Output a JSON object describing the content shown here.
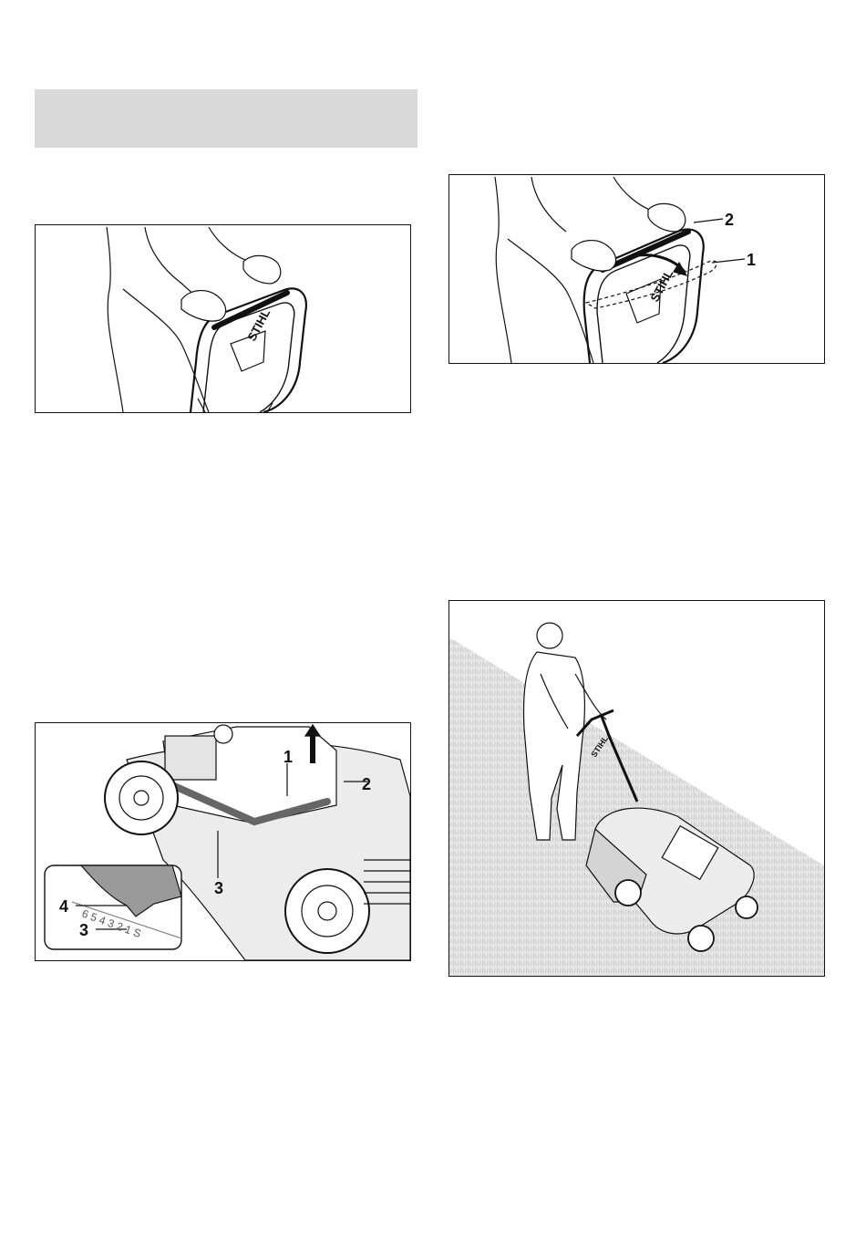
{
  "page": {
    "header_banner": ""
  },
  "figures": {
    "handle_grip": {
      "brand_mark": "STIHL"
    },
    "handle_fold": {
      "brand_mark": "STIHL",
      "callouts": [
        "1",
        "2"
      ]
    },
    "cutting_height": {
      "callouts": [
        "1",
        "2",
        "3",
        "4",
        "3"
      ],
      "scale_marks": "6 5 4 3 2 1 S"
    },
    "mowing_slope": {
      "brand_mark": "STIHL"
    }
  },
  "colors": {
    "banner": "#d9d9d9",
    "line": "#111111",
    "grass": "#d0d0d0"
  }
}
